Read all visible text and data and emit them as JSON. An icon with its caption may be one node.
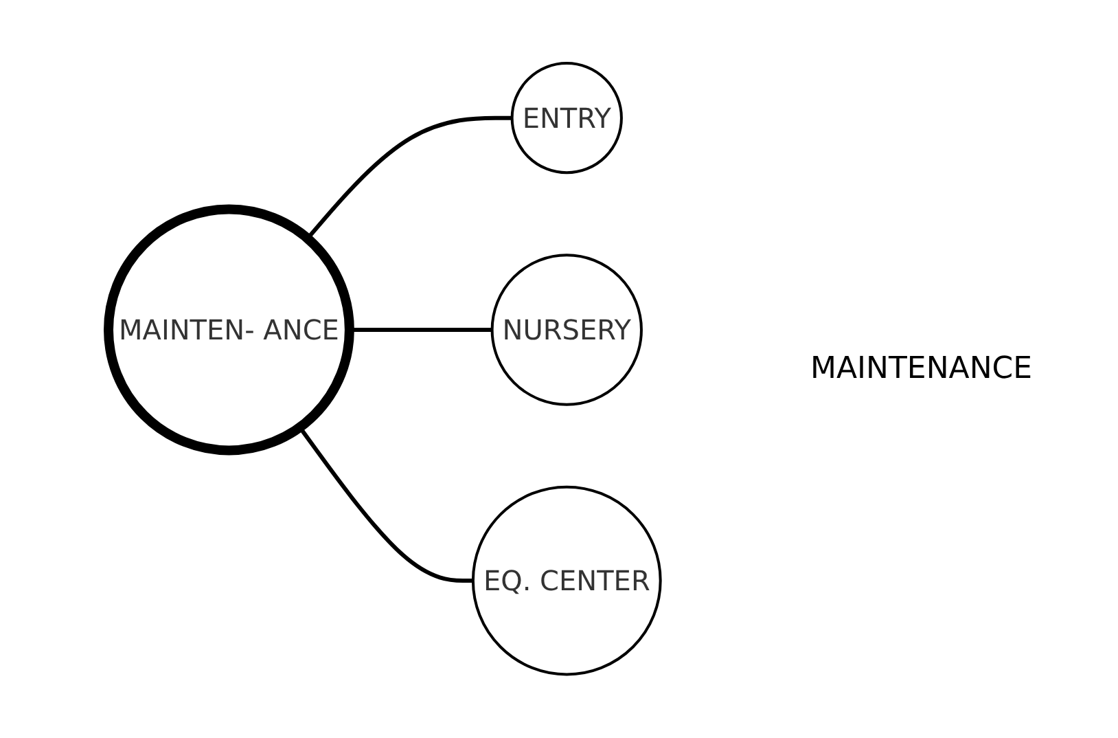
{
  "diagram": {
    "nodes": [
      {
        "text": [
          "ENTRY"
        ]
      },
      {
        "text": [
          "NURSERY"
        ]
      },
      {
        "text": [
          "MAINTEN- ANCE"
        ]
      },
      {
        "text": [
          "EQ. CENTER"
        ]
      }
    ],
    "edges": [
      {
        "from": 2,
        "to": 0,
        "arrow": "none"
      },
      {
        "from": 2,
        "to": 1,
        "arrow": "none"
      },
      {
        "from": 2,
        "to": 3,
        "arrow": "none"
      }
    ],
    "labels": [
      "MAINTENANCE"
    ]
  }
}
